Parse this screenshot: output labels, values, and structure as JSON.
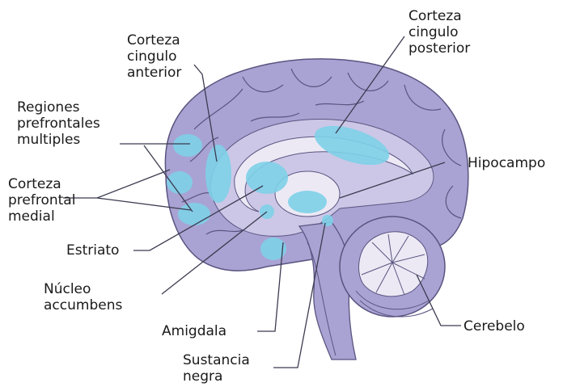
{
  "labels": {
    "posterior_cingulate": "Corteza\ncingulo\nposterior",
    "anterior_cingulate": "Corteza\ncingulo\nanterior",
    "prefrontal_regions": "Regiones\nprefrontales\nmultiples",
    "hippocampus": "Hipocampo",
    "medial_prefrontal": "Corteza\nprefrontal\nmedial",
    "striatum": "Estriato",
    "accumbens": "Núcleo\naccumbens",
    "amygdala": "Amigdala",
    "cerebellum": "Cerebelo",
    "substantia_nigra": "Sustancia\nnegra"
  },
  "colors": {
    "cortex": "#a9a3d3",
    "cortex_dark": "#8c86bd",
    "inner": "#ccc7e6",
    "pale": "#ece9f5",
    "highlight": "#7ed0e8",
    "line": "#3b3b50"
  }
}
